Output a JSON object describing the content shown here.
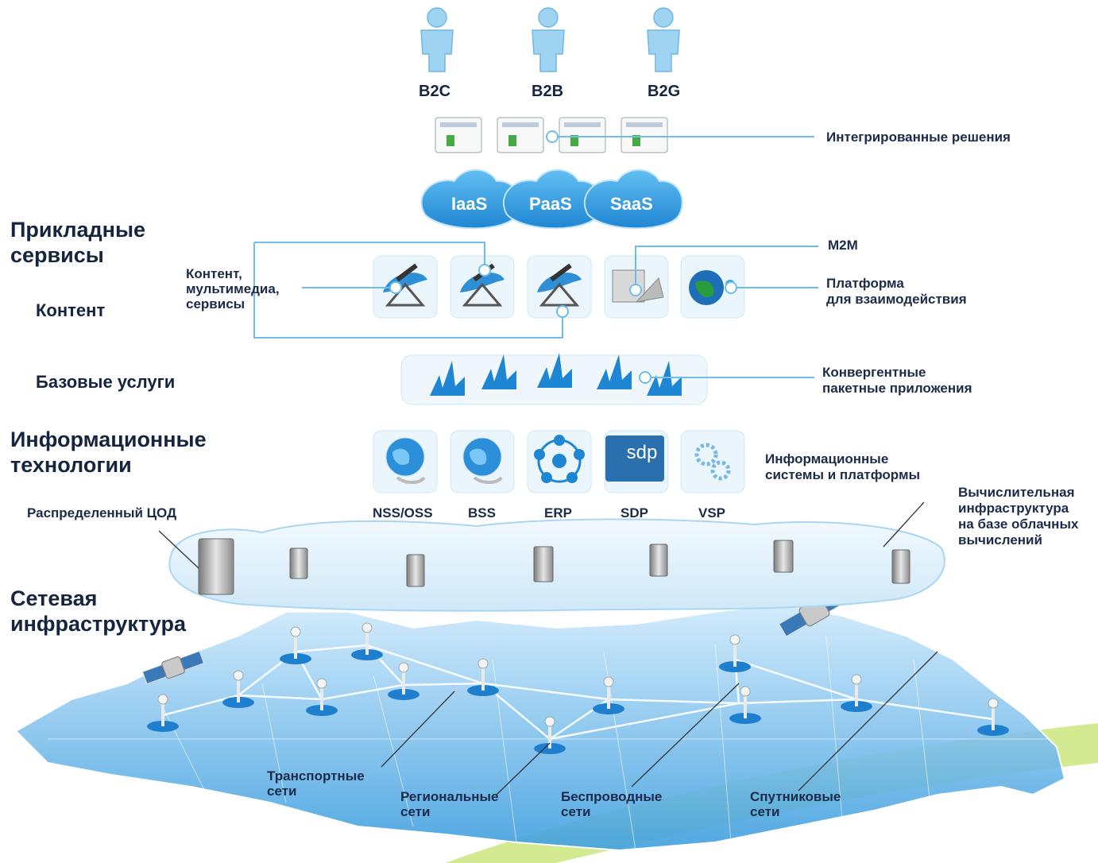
{
  "audiences": [
    "B2C",
    "B2B",
    "B2G"
  ],
  "clouds": [
    "IaaS",
    "PaaS",
    "SaaS"
  ],
  "left_layers": {
    "applied_services": "Прикладные\nсервисы",
    "content": "Контент",
    "basic_services": "Базовые услуги",
    "info_tech": "Информационные\nтехнологии",
    "network_infra": "Сетевая\nинфраструктура"
  },
  "callouts": {
    "integrated": "Интегрированные решения",
    "content_mm": "Контент,\nмультимедиа,\nсервисы",
    "m2m": "M2M",
    "interaction_platform": "Платформа\nдля взаимодействия",
    "converged": "Конвергентные\nпакетные приложения",
    "info_systems": "Информационные\nсистемы и платформы",
    "distributed_dc": "Распределенный ЦОД",
    "cloud_compute": "Вычислительная\nинфраструктура\nна базе облачных\nвычислений"
  },
  "platforms": [
    "NSS/OSS",
    "BSS",
    "ERP",
    "SDP",
    "VSP"
  ],
  "sdp_logo": "sdp",
  "networks": {
    "transport": "Транспортные\nсети",
    "regional": "Региональные\nсети",
    "wireless": "Беспроводные\nсети",
    "satellite": "Спутниковые\nсети"
  },
  "colors": {
    "accent": "#2f8fd6",
    "map": "#8fcdf3",
    "cloud": "#3aa3e3",
    "text": "#15243f"
  }
}
